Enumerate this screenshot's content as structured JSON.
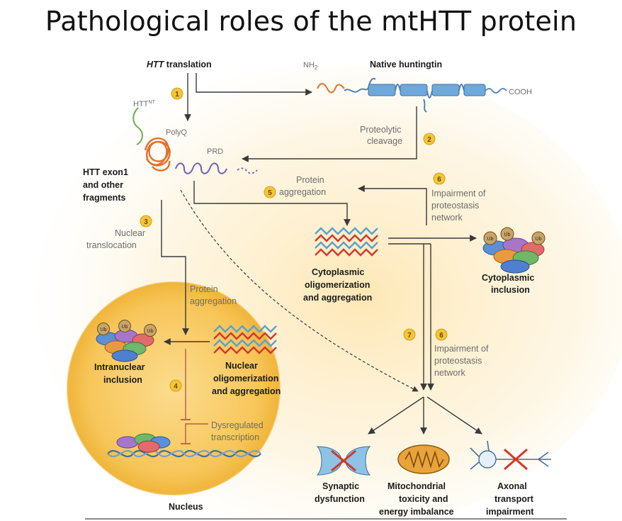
{
  "title": "Pathological roles of the mtHTT protein",
  "labels": {
    "htt_translation_italic": "HTT",
    "htt_translation_rest": " translation",
    "nh2": "NH",
    "nh2_sub": "2",
    "native_huntingtin": "Native huntingtin",
    "cooh": "COOH",
    "htt_nt": "HTT",
    "htt_nt_sup": "NT",
    "polyq": "PolyQ",
    "prd": "PRD",
    "proteolytic": "Proteolytic",
    "cleavage": "cleavage",
    "exon_line1": "HTT exon1",
    "exon_line2": "and other",
    "exon_line3": "fragments",
    "protein_aggregation_top_1": "Protein",
    "protein_aggregation_top_2": "aggregation",
    "impairment_top_1": "Impairment of",
    "impairment_top_2": "proteostasis",
    "impairment_top_3": "network",
    "nuclear_translocation_1": "Nuclear",
    "nuclear_translocation_2": "translocation",
    "cyto_oligo_1": "Cytoplasmic",
    "cyto_oligo_2": "oligomerization",
    "cyto_oligo_3": "and aggregation",
    "cyto_inclusion_1": "Cytoplasmic",
    "cyto_inclusion_2": "inclusion",
    "nuclear_protein_agg_1": "Protein",
    "nuclear_protein_agg_2": "aggregation",
    "intranuclear_1": "Intranuclear",
    "intranuclear_2": "inclusion",
    "nuclear_oligo_1": "Nuclear",
    "nuclear_oligo_2": "oligomerization",
    "nuclear_oligo_3": "and aggregation",
    "dysregulated_1": "Dysregulated",
    "dysregulated_2": "transcription",
    "nucleus": "Nucleus",
    "impairment_mid_1": "Impairment of",
    "impairment_mid_2": "proteostasis",
    "impairment_mid_3": "network",
    "synaptic_1": "Synaptic",
    "synaptic_2": "dysfunction",
    "mito_1": "Mitochondrial",
    "mito_2": "toxicity and",
    "mito_3": "energy imbalance",
    "axonal_1": "Axonal",
    "axonal_2": "transport",
    "axonal_3": "impairment",
    "ub": "Ub"
  },
  "steps": {
    "s1": "1",
    "s2": "2",
    "s3": "3",
    "s4": "4",
    "s5": "5",
    "s6a": "6",
    "s6b": "6",
    "s7": "7"
  },
  "colors": {
    "nucleus_fill": "#f7c65a",
    "glow": "#fdebc0",
    "badge": "#f5c43a",
    "red": "#d2382b",
    "blue_protein": "#5aa0d0",
    "cleavage_line": "#c0392b",
    "arrow": "#3a3a3a"
  }
}
